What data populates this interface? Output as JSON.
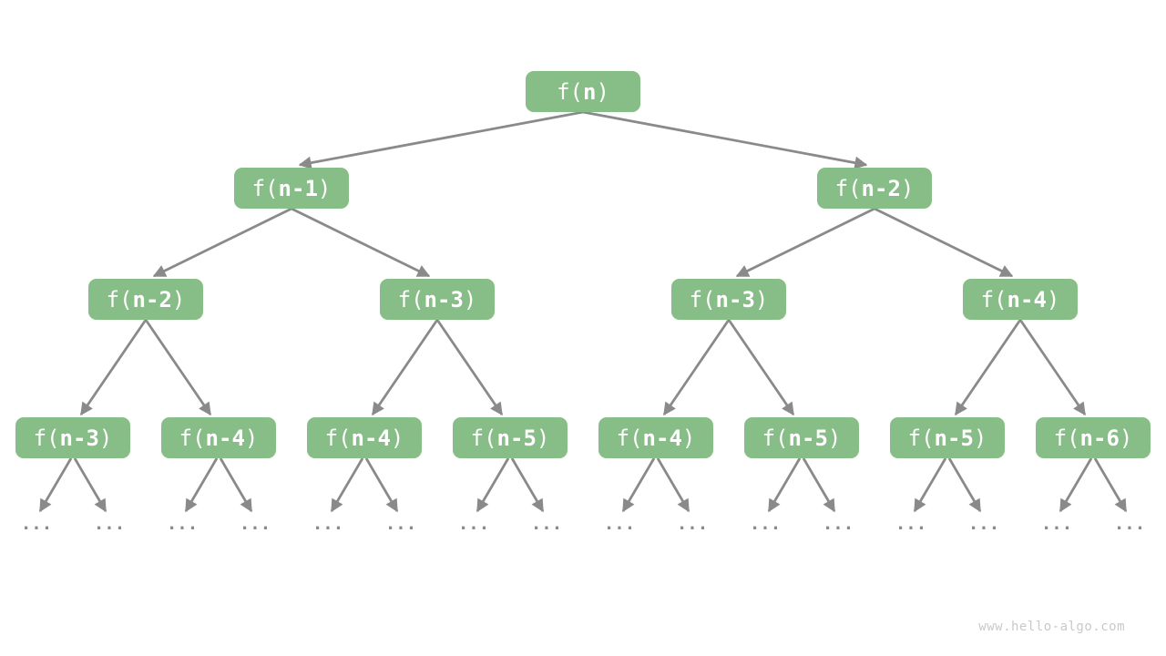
{
  "colors": {
    "background": "#ffffff",
    "node-fill": "#87bd87",
    "node-text": "#ffffff",
    "edge": "#8a8a8a",
    "leaf-dots": "#8a8a8a",
    "watermark-text": "#c9c9c9"
  },
  "tree": {
    "levels": [
      {
        "nodes": [
          {
            "pre": "f(",
            "arg": "n",
            "post": ")"
          }
        ]
      },
      {
        "nodes": [
          {
            "pre": "f(",
            "arg": "n-1",
            "post": ")"
          },
          {
            "pre": "f(",
            "arg": "n-2",
            "post": ")"
          }
        ]
      },
      {
        "nodes": [
          {
            "pre": "f(",
            "arg": "n-2",
            "post": ")"
          },
          {
            "pre": "f(",
            "arg": "n-3",
            "post": ")"
          },
          {
            "pre": "f(",
            "arg": "n-3",
            "post": ")"
          },
          {
            "pre": "f(",
            "arg": "n-4",
            "post": ")"
          }
        ]
      },
      {
        "nodes": [
          {
            "pre": "f(",
            "arg": "n-3",
            "post": ")"
          },
          {
            "pre": "f(",
            "arg": "n-4",
            "post": ")"
          },
          {
            "pre": "f(",
            "arg": "n-4",
            "post": ")"
          },
          {
            "pre": "f(",
            "arg": "n-5",
            "post": ")"
          },
          {
            "pre": "f(",
            "arg": "n-4",
            "post": ")"
          },
          {
            "pre": "f(",
            "arg": "n-5",
            "post": ")"
          },
          {
            "pre": "f(",
            "arg": "n-5",
            "post": ")"
          },
          {
            "pre": "f(",
            "arg": "n-6",
            "post": ")"
          }
        ]
      }
    ],
    "leaf_label": "..."
  },
  "watermark": "www.hello-algo.com"
}
